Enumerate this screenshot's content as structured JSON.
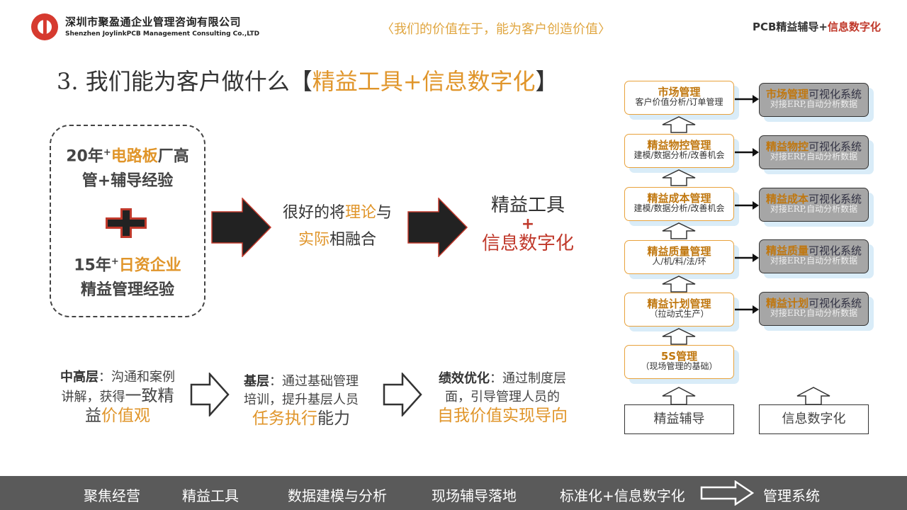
{
  "header": {
    "company_cn": "深圳市聚盈通企业管理咨询有限公司",
    "company_en": "Shenzhen JoylinkPCB  Management Consulting Co.,LTD",
    "slogan": "〈我们的价值在于，能为客户创造价值〉",
    "tag_part1": "PCB精益辅导+",
    "tag_part2": "信息数字化"
  },
  "title": {
    "prefix": "3. 我们能为客户做什么【",
    "highlight": "精益工具+信息数字化",
    "suffix": "】"
  },
  "experience": {
    "line1_a": "20年",
    "line1_sup": "+",
    "line1_b": "电路板",
    "line1_c": "厂高",
    "line2": "管+辅导经验",
    "line3_a": "15年",
    "line3_sup": "+",
    "line3_b": "日资企业",
    "line4": "精益管理经验"
  },
  "middle": {
    "line1_a": "很好的将",
    "line1_b": "理论",
    "line1_c": "与",
    "line2_a": "实际",
    "line2_b": "相融合"
  },
  "result": {
    "line1": "精益工具",
    "plus": "+",
    "line2": "信息数字化"
  },
  "bottom": {
    "c1_bold": "中高层",
    "c1_a": "：沟通和案例",
    "c1_b": "讲解，获得",
    "c1_c": "一致精",
    "c1_d": "益",
    "c1_e": "价值观",
    "c2_bold": "基层",
    "c2_a": "：通过基础管理",
    "c2_b": "培训，提升基层人员",
    "c2_c": "任务执行",
    "c2_d": "能力",
    "c3_bold": "绩效优化",
    "c3_a": "：通过制度层",
    "c3_b": "面，引导管理人员的",
    "c3_c": "自我价值实现导向"
  },
  "diagram": {
    "left": [
      {
        "title": "市场管理",
        "sub": "客户价值分析/订单管理"
      },
      {
        "title": "精益物控管理",
        "sub": "建模/数据分析/改善机会"
      },
      {
        "title": "精益成本管理",
        "sub": "建模/数据分析/改善机会"
      },
      {
        "title": "精益质量管理",
        "sub": "人/机/料/法/环"
      },
      {
        "title": "精益计划管理",
        "sub": "（拉动式生产）"
      },
      {
        "title": "5S管理",
        "sub": "（现场管理的基础）"
      }
    ],
    "right": [
      {
        "title_a": "市场管理",
        "title_b": "可视化系统",
        "sub": "对接ERP,自动分析数据"
      },
      {
        "title_a": "精益物控",
        "title_b": "可视化系统",
        "sub": "对接ERP,自动分析数据"
      },
      {
        "title_a": "精益成本",
        "title_b": "可视化系统",
        "sub": "对接ERP,自动分析数据"
      },
      {
        "title_a": "精益质量",
        "title_b": "可视化系统",
        "sub": "对接ERP,自动分析数据"
      },
      {
        "title_a": "精益计划",
        "title_b": "可视化系统",
        "sub": "对接ERP,自动分析数据"
      }
    ],
    "base_left": "精益辅导",
    "base_right": "信息数字化"
  },
  "footer": {
    "items": [
      "聚焦经营",
      "精益工具",
      "数据建模与分析",
      "现场辅导落地",
      "标准化+信息数字化"
    ],
    "final": "管理系统"
  },
  "colors": {
    "accent": "#e0952a",
    "red": "#c0392b",
    "footer_bg": "#5a5a5a",
    "gray_box": "#a6a6a6"
  }
}
